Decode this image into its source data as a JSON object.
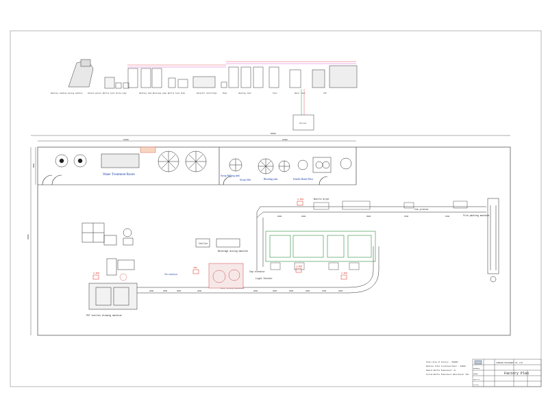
{
  "equipment_row": {
    "labels": [
      "Washing loading mixing machine",
      "Vacuum pulper",
      "Bottle tank",
      "Screw pump",
      "Heating tank",
      "Beverage pump",
      "Bottle tank",
      "Pump",
      "Decanter Centrifuge",
      "Pump",
      "Heating tank",
      "Tank",
      "Water tank",
      "CIP"
    ],
    "chiller": "Chiller"
  },
  "layout": {
    "overall_dim": "60000",
    "left_room_dim": "18000",
    "right_room_dim": "18000",
    "height_dim": "25000",
    "width_side_dim": "6000",
    "water_treatment_room": "Water Treatment Room",
    "syrup_melting_tank": "Syrup Melting tank",
    "syrup_filter": "Syrup filter",
    "blending_tank": "Blending tank",
    "double_heads_filter": "Double Heads Filter",
    "bottle_dryer": "Bottle dryer",
    "ink_printer": "Ink printer",
    "film_packing_machine": "Film packing machine",
    "chiller": "Chiller",
    "beverage_mixing_machine": "Beverage mixing machine",
    "air_conveyor": "Air conveyor",
    "cap_elevator": "Cap elevator",
    "light_checker": "Light Checker",
    "pet_blowing": "PET bottles blowing machine",
    "filling_mono": "3in1 filling monoblock",
    "power_tags": [
      "2.5KW",
      "4.0KW",
      "2.5KW",
      "1KW",
      "8.5KW"
    ],
    "conveyor_dims": [
      "2000",
      "2000",
      "2000",
      "2000",
      "2000",
      "2000",
      "2000",
      "2000",
      "1200",
      "2000",
      "3000",
      "3000",
      "3000",
      "1500",
      "1500"
    ]
  },
  "notes": {
    "lines": [
      "Total Area of factory : 4500M2",
      "Machine Total installed Power : 300KW",
      "Sample Bottle Dimensions: As",
      "Filled Bottle Dimensions Waterbased: 45m"
    ]
  },
  "title_block": {
    "company": "XINHANG MACHINERY CO.,LTD",
    "title": "Factory Plan",
    "fields": [
      "Drawing",
      "Check",
      "Approve",
      "Design",
      "Scale",
      "Sheet"
    ]
  }
}
